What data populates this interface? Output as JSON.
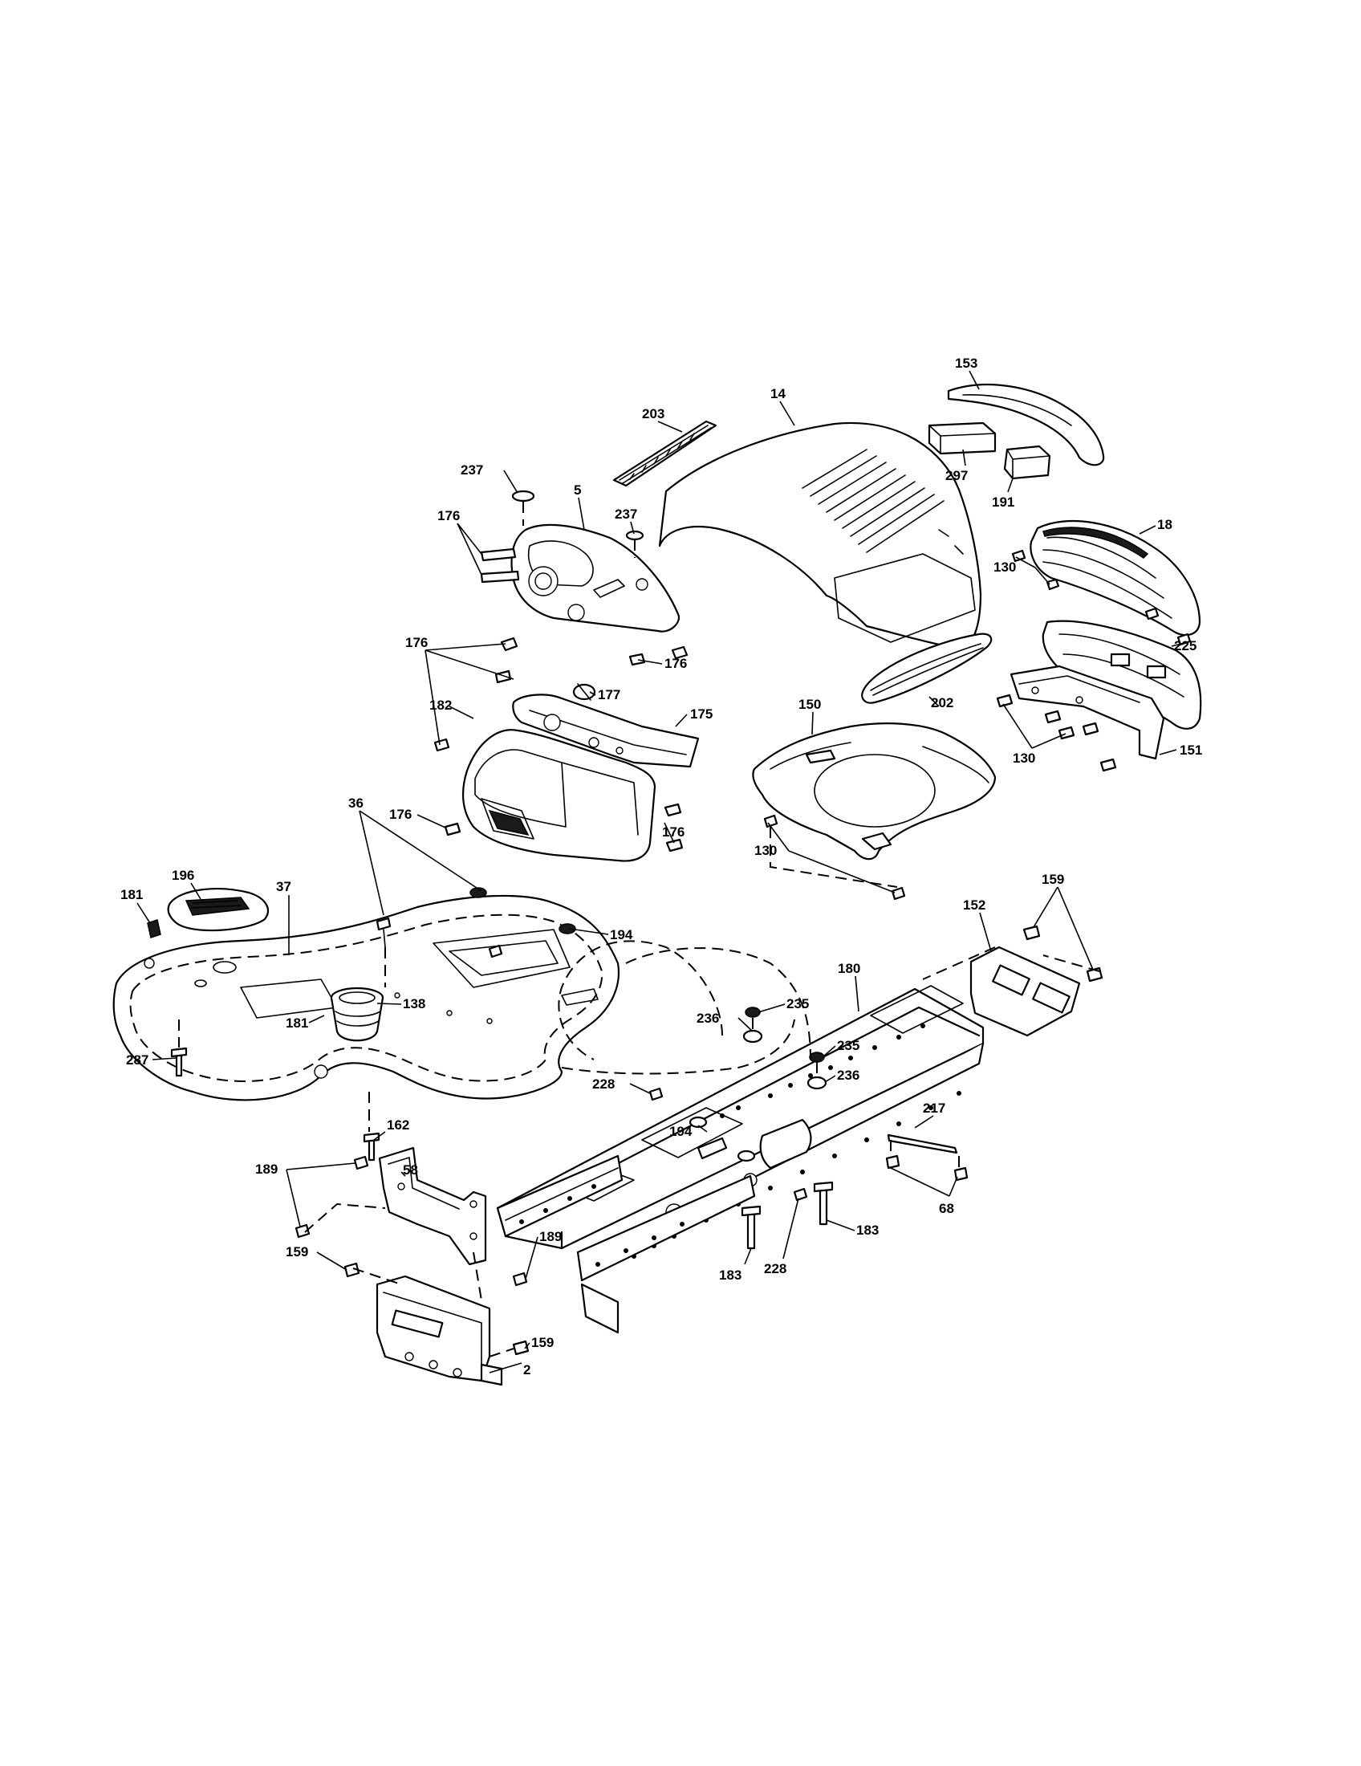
{
  "diagram": {
    "callouts": [
      {
        "label": "153"
      },
      {
        "label": "14"
      },
      {
        "label": "203"
      },
      {
        "label": "297"
      },
      {
        "label": "237"
      },
      {
        "label": "5"
      },
      {
        "label": "191"
      },
      {
        "label": "176"
      },
      {
        "label": "237"
      },
      {
        "label": "18"
      },
      {
        "label": "130"
      },
      {
        "label": "176"
      },
      {
        "label": "225"
      },
      {
        "label": "176"
      },
      {
        "label": "177"
      },
      {
        "label": "202"
      },
      {
        "label": "182"
      },
      {
        "label": "175"
      },
      {
        "label": "150"
      },
      {
        "label": "130"
      },
      {
        "label": "151"
      },
      {
        "label": "36"
      },
      {
        "label": "176"
      },
      {
        "label": "176"
      },
      {
        "label": "196"
      },
      {
        "label": "130"
      },
      {
        "label": "181"
      },
      {
        "label": "37"
      },
      {
        "label": "159"
      },
      {
        "label": "152"
      },
      {
        "label": "194"
      },
      {
        "label": "180"
      },
      {
        "label": "235"
      },
      {
        "label": "138"
      },
      {
        "label": "181"
      },
      {
        "label": "236"
      },
      {
        "label": "235"
      },
      {
        "label": "287"
      },
      {
        "label": "236"
      },
      {
        "label": "228"
      },
      {
        "label": "217"
      },
      {
        "label": "162"
      },
      {
        "label": "194"
      },
      {
        "label": "189"
      },
      {
        "label": "58"
      },
      {
        "label": "68"
      },
      {
        "label": "189"
      },
      {
        "label": "183"
      },
      {
        "label": "159"
      },
      {
        "label": "183"
      },
      {
        "label": "228"
      },
      {
        "label": "159"
      },
      {
        "label": "2"
      }
    ]
  }
}
